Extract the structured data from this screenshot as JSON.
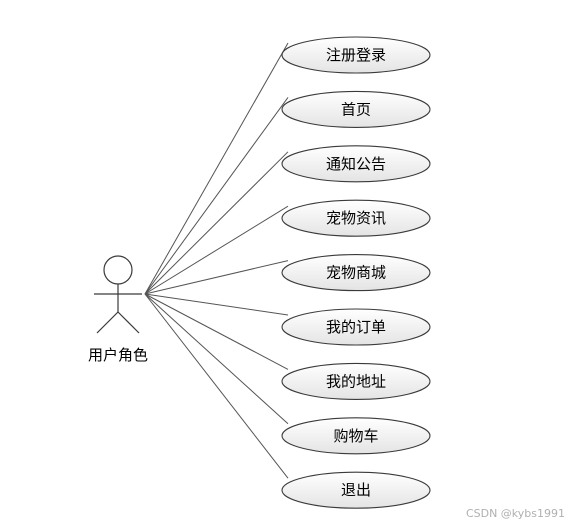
{
  "diagram": {
    "type": "uml-use-case",
    "actor": {
      "label": "用户角色",
      "icon": "stick-figure-icon"
    },
    "use_cases": [
      {
        "id": "register-login",
        "label": "注册登录"
      },
      {
        "id": "home",
        "label": "首页"
      },
      {
        "id": "notice",
        "label": "通知公告"
      },
      {
        "id": "pet-news",
        "label": "宠物资讯"
      },
      {
        "id": "pet-mall",
        "label": "宠物商城"
      },
      {
        "id": "my-orders",
        "label": "我的订单"
      },
      {
        "id": "my-address",
        "label": "我的地址"
      },
      {
        "id": "cart",
        "label": "购物车"
      },
      {
        "id": "logout",
        "label": "退出"
      }
    ],
    "colors": {
      "ellipse_fill_top": "#ffffff",
      "ellipse_fill_bottom": "#e4e4e4",
      "stroke": "#3a3a3a",
      "line": "#555555"
    }
  },
  "watermark": "CSDN @kybs1991"
}
